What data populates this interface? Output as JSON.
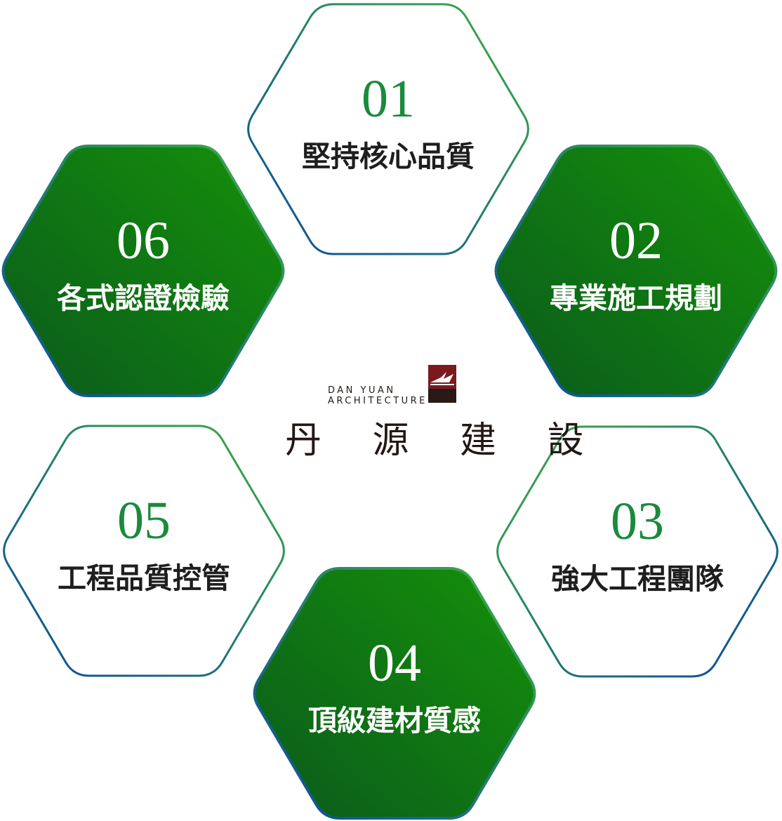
{
  "logo": {
    "en_line1": "DAN YUAN",
    "en_line2": "ARCHITECTURE",
    "zh_name": "丹 源 建 設",
    "mark_colors": {
      "top": "#7a1a1f",
      "bottom": "#2a1a16"
    }
  },
  "colors": {
    "filled_dark": "#0a5a1c",
    "filled_light": "#15910a",
    "border_blue": "#0a4aa0",
    "border_green": "#3fae3f",
    "number_green": "#1a8a3c",
    "label_dark": "#1e1e1e"
  },
  "hexagons": [
    {
      "number": "01",
      "label": "堅持核心品質",
      "style": "outline"
    },
    {
      "number": "02",
      "label": "專業施工規劃",
      "style": "filled"
    },
    {
      "number": "03",
      "label": "強大工程團隊",
      "style": "outline"
    },
    {
      "number": "04",
      "label": "頂級建材質感",
      "style": "filled"
    },
    {
      "number": "05",
      "label": "工程品質控管",
      "style": "outline"
    },
    {
      "number": "06",
      "label": "各式認證檢驗",
      "style": "filled"
    }
  ]
}
